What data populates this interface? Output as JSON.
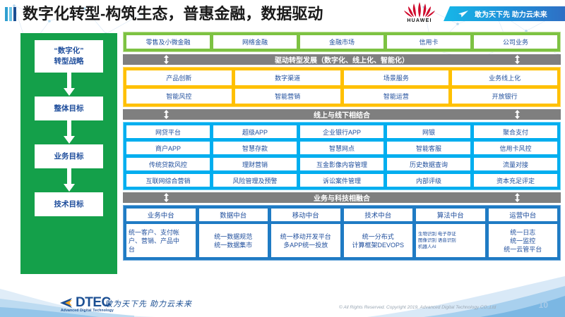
{
  "header": {
    "title": "数字化转型-构筑生态，普惠金融，数据驱动",
    "huawei_wordmark": "HUAWEI",
    "banner_text": "敢为天下先 助力云未来"
  },
  "left_column": {
    "steps": [
      {
        "line1": "“数字化”",
        "line2": "转型战略"
      },
      {
        "line1": "整体目标",
        "line2": ""
      },
      {
        "line1": "业务目标",
        "line2": ""
      },
      {
        "line1": "技术目标",
        "line2": ""
      }
    ]
  },
  "business_band": {
    "items": [
      "零售及小微金融",
      "网络金融",
      "金融市场",
      "信用卡",
      "公司业务"
    ]
  },
  "divider1": {
    "label": "驱动转型发展（数字化、线上化、智能化）"
  },
  "digital_band": {
    "row1": [
      "产品创新",
      "数字渠道",
      "场景服务",
      "业务线上化"
    ],
    "row2": [
      "智能风控",
      "智能营销",
      "智能运营",
      "开放银行"
    ]
  },
  "divider2": {
    "label": "线上与线下相结合"
  },
  "channel_band": {
    "rows": [
      [
        "网贷平台",
        "超级APP",
        "企业银行APP",
        "网银",
        "聚合支付"
      ],
      [
        "商户APP",
        "智慧存款",
        "智慧网点",
        "智能客服",
        "信用卡风控"
      ],
      [
        "传统贷款风控",
        "理财营销",
        "互金影像内容管理",
        "历史数据查询",
        "流量对接"
      ],
      [
        "互联网综合营销",
        "风险管理及预警",
        "诉讼案件管理",
        "内部评级",
        "资本充足评定"
      ]
    ]
  },
  "divider3": {
    "label": "业务与科技相融合"
  },
  "platform_band": {
    "columns": [
      {
        "head": "业务中台",
        "lines": [
          "统一客户、支付帐",
          "户、营销、产品中",
          "台"
        ],
        "style": "left"
      },
      {
        "head": "数据中台",
        "lines": [
          "统一数据规范",
          "统一数据集市"
        ],
        "style": "center"
      },
      {
        "head": "移动中台",
        "lines": [
          "统一移动开发平台",
          "多APP统一投放"
        ],
        "style": "center"
      },
      {
        "head": "技术中台",
        "lines": [
          "统一分布式",
          "计算框架DEVOPS"
        ],
        "style": "center"
      },
      {
        "head": "算法中台",
        "lines": [
          "生物识别  电子存证",
          "图像识别  语音识别",
          "机器人AI"
        ],
        "style": "tiny"
      },
      {
        "head": "运营中台",
        "lines": [
          "统一日志",
          "统一监控",
          "统一云管平台"
        ],
        "style": "center"
      }
    ]
  },
  "footer": {
    "logo_text": "DTEC",
    "logo_sub": "Advanced Digital Technology",
    "slogan": "敢为天下先  助力云未来",
    "copyright": "© All Rights Reserved. Copyright 2019, Advanced Digital Technology CO.,Ltd",
    "page_number": "10"
  },
  "colors": {
    "green": "#7DC242",
    "dark_green": "#14a04a",
    "orange": "#FFC000",
    "cyan": "#00AEEF",
    "navy": "#1F7BC4",
    "gray": "#7F7F7F",
    "text_blue": "#1f4e9c"
  }
}
